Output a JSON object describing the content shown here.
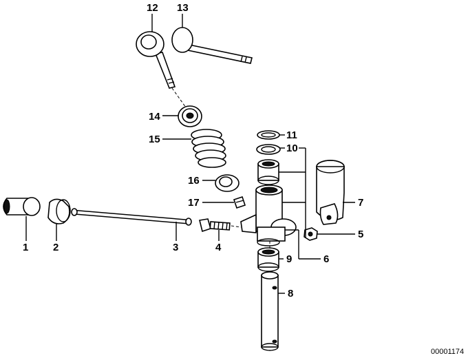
{
  "diagram": {
    "callouts": [
      {
        "id": "1",
        "text": "1"
      },
      {
        "id": "2",
        "text": "2"
      },
      {
        "id": "3",
        "text": "3"
      },
      {
        "id": "4",
        "text": "4"
      },
      {
        "id": "5",
        "text": "5"
      },
      {
        "id": "6",
        "text": "6"
      },
      {
        "id": "7",
        "text": "7"
      },
      {
        "id": "8",
        "text": "8"
      },
      {
        "id": "9",
        "text": "9"
      },
      {
        "id": "10",
        "text": "10"
      },
      {
        "id": "11",
        "text": "11"
      },
      {
        "id": "12",
        "text": "12"
      },
      {
        "id": "13",
        "text": "13"
      },
      {
        "id": "14",
        "text": "14"
      },
      {
        "id": "15",
        "text": "15"
      },
      {
        "id": "16",
        "text": "16"
      },
      {
        "id": "17",
        "text": "17"
      }
    ],
    "reference_number": "00001174"
  }
}
